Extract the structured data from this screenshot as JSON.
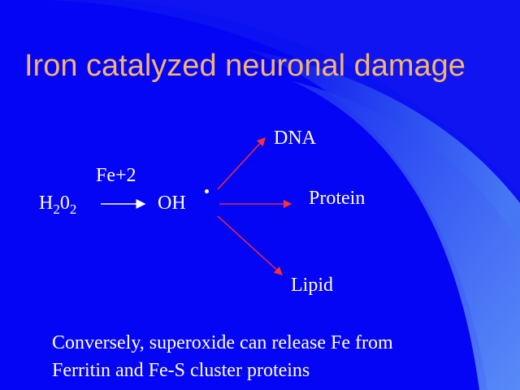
{
  "title": "Iron catalyzed neuronal damage",
  "reaction": {
    "reactant": {
      "base": "H",
      "sub1": "2",
      "mid": "0",
      "sub2": "2"
    },
    "catalyst": "Fe+2",
    "product": "OH",
    "targets": [
      "DNA",
      "Protein",
      "Lipid"
    ]
  },
  "note": {
    "line1": "Conversely, superoxide can release Fe from",
    "line2": "Ferritin and Fe-S cluster proteins"
  },
  "colors": {
    "background": "#0505f5",
    "title": "#f4b46a",
    "text": "#ffffff",
    "target_arrows": "#ff3030",
    "reaction_arrow": "#ffffff"
  }
}
